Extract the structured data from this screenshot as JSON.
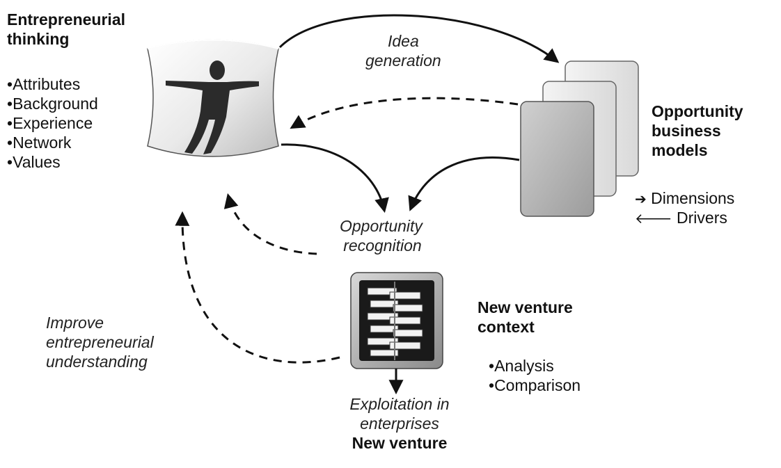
{
  "entrepreneur": {
    "title_line1": "Entrepreneurial",
    "title_line2": "thinking",
    "items": [
      "Attributes",
      "Background",
      "Experience",
      "Network",
      "Values"
    ]
  },
  "opportunity": {
    "title_line1": "Opportunity",
    "title_line2": "business",
    "title_line3": "models",
    "dimensions_arrow": "➔",
    "dimensions_label": "Dimensions",
    "drivers_arrow": "🡐",
    "drivers_label": "Drivers"
  },
  "venture_context": {
    "title_line1": "New venture",
    "title_line2": "context",
    "items": [
      "Analysis",
      "Comparison"
    ]
  },
  "labels": {
    "idea_line1": "Idea",
    "idea_line2": "generation",
    "recognition_line1": "Opportunity",
    "recognition_line2": "recognition",
    "improve_line1": "Improve",
    "improve_line2": "entrepreneurial",
    "improve_line3": "understanding",
    "exploitation_line1": "Exploitation in",
    "exploitation_line2": "enterprises",
    "new_venture": "New venture"
  },
  "colors": {
    "arrow": "#111111",
    "box_fill": "#bdbdbd",
    "cushion_fill": "#e6e6e6",
    "figure": "#2b2b2b"
  },
  "icons": [
    "person-icon",
    "stacked-pages-icon",
    "gear-stack-icon"
  ]
}
